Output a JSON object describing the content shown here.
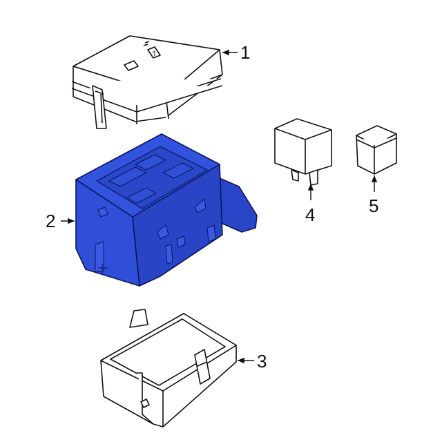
{
  "diagram": {
    "type": "exploded parts diagram",
    "subject": "fuse / relay box assembly",
    "highlight_color": "#2d4bd1",
    "line_color": "#111111",
    "parts": [
      {
        "number": "1",
        "name": "Cover",
        "description": "Top lid with latch tab and icon embossing"
      },
      {
        "number": "2",
        "name": "Housing",
        "description": "Main fuse/relay box body (highlighted blue)"
      },
      {
        "number": "3",
        "name": "Lower tray",
        "description": "Bottom open tray with clips"
      },
      {
        "number": "4",
        "name": "Relay",
        "description": "Cube relay with terminals"
      },
      {
        "number": "5",
        "name": "Fuse",
        "description": "Cartridge fuse"
      }
    ]
  },
  "callouts": {
    "c1": "1",
    "c2": "2",
    "c3": "3",
    "c4": "4",
    "c5": "5"
  }
}
